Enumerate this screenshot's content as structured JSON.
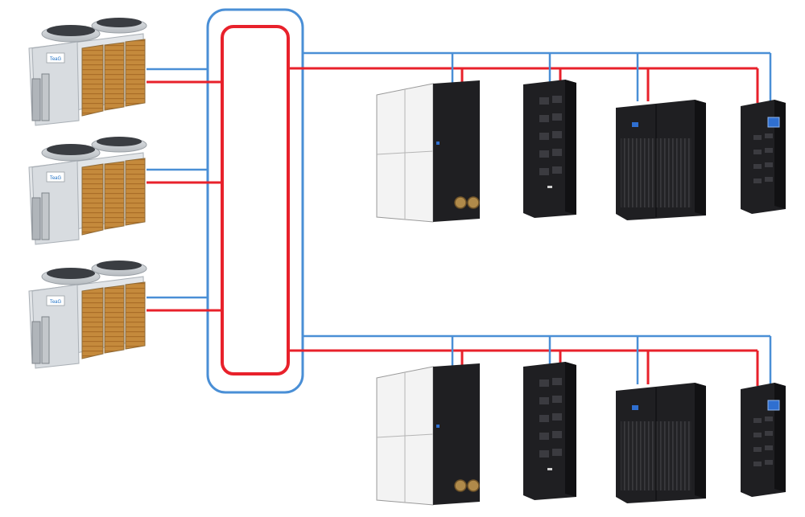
{
  "diagram": {
    "colors": {
      "supply_pipe": "#e8212b",
      "return_pipe": "#4a8fd6",
      "coil_brown": "#c58a3c",
      "unit_black": "#1f1f22",
      "panel_white": "#f2f2f2",
      "chiller_body": "#e6e8ea"
    },
    "chillers": [
      {
        "name": "dry-cooler-1",
        "brand_label": "TeaG"
      },
      {
        "name": "dry-cooler-2",
        "brand_label": "TeaG"
      },
      {
        "name": "dry-cooler-3",
        "brand_label": "TeaG"
      }
    ],
    "header_loop": {
      "name": "hydraulic-header-loop"
    },
    "indoor_rows": [
      {
        "name": "indoor-row-top",
        "units": [
          "floor-standing-cooler",
          "distribution-cabinet",
          "precision-air-conditioner",
          "in-row-cooler"
        ]
      },
      {
        "name": "indoor-row-bottom",
        "units": [
          "floor-standing-cooler",
          "distribution-cabinet",
          "precision-air-conditioner",
          "in-row-cooler"
        ]
      }
    ]
  }
}
